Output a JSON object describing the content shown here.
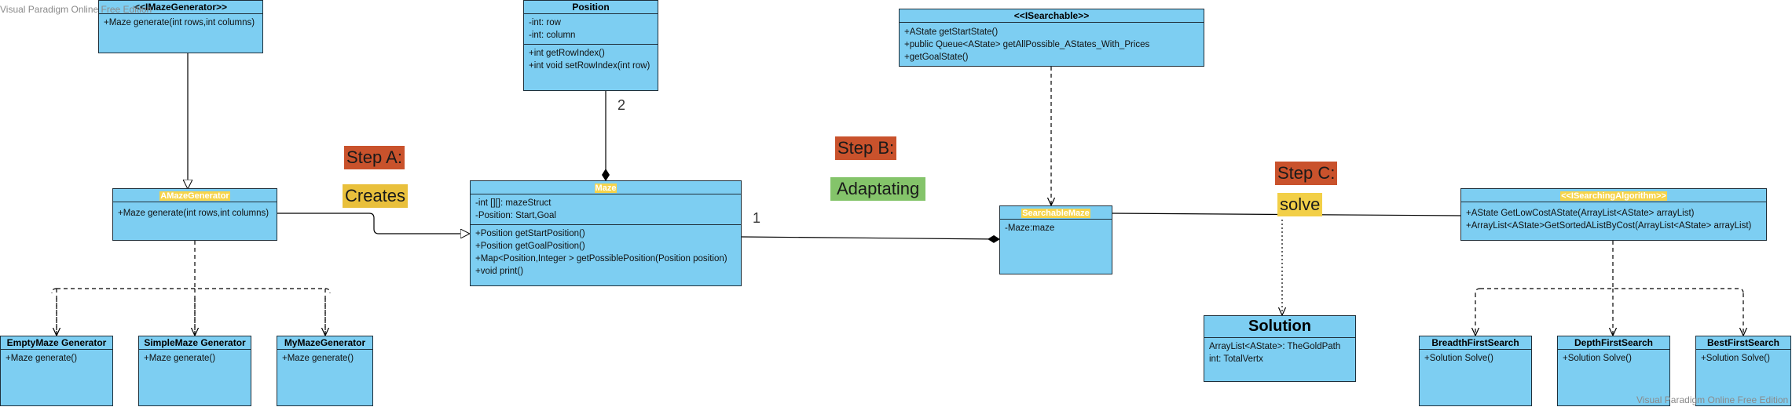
{
  "watermark": "Visual Paradigm Online Free Edition",
  "classes": {
    "imazegenerator": {
      "title": "<<IMazeGenerator>>",
      "ops": [
        "+Maze generate(int rows,int columns)"
      ]
    },
    "position": {
      "title": "Position",
      "attrs": [
        "-int: row",
        "-int: column"
      ],
      "ops": [
        "+int getRowIndex()",
        "+int void setRowIndex(int row)"
      ]
    },
    "isearchable": {
      "title": "<<ISearchable>>",
      "ops": [
        "+AState getStartState()",
        "+public Queue<AState> getAllPossible_AStates_With_Prices",
        "+getGoalState()"
      ]
    },
    "amazegenerator": {
      "title": "AMazeGenerator",
      "ops": [
        "+Maze generate(int rows,int columns)"
      ]
    },
    "maze": {
      "title": "Maze",
      "attrs": [
        "-int [][]: mazeStruct",
        "-Position: Start,Goal"
      ],
      "ops": [
        "+Position getStartPosition()",
        "+Position getGoalPosition()",
        "+Map<Position,Integer > getPossiblePosition(Position position)",
        "+void print()"
      ]
    },
    "searchablemaze": {
      "title": "SearchableMaze",
      "attrs": [
        "-Maze:maze"
      ]
    },
    "isearchingalgorithm": {
      "title": "<<ISearchingAlgorithm>>",
      "ops": [
        "+AState GetLowCostAState(ArrayList<AState> arrayList)",
        "+ArrayList<AState>GetSortedAListByCost(ArrayList<AState> arrayList)"
      ]
    },
    "emptymaze": {
      "title": "EmptyMaze Generator",
      "ops": [
        "+Maze generate()"
      ]
    },
    "simplemaze": {
      "title": "SimpleMaze Generator",
      "ops": [
        "+Maze generate()"
      ]
    },
    "mymaze": {
      "title": "MyMazeGenerator",
      "ops": [
        "+Maze generate()"
      ]
    },
    "solution": {
      "title": "Solution",
      "attrs": [
        "ArrayList<AState>: TheGoldPath",
        "int: TotalVertx"
      ]
    },
    "bfs": {
      "title": "BreadthFirstSearch",
      "ops": [
        "+Solution Solve()"
      ]
    },
    "dfs": {
      "title": "DepthFirstSearch",
      "ops": [
        "+Solution Solve()"
      ]
    },
    "best": {
      "title": "BestFirstSearch",
      "ops": [
        "+Solution Solve()"
      ]
    }
  },
  "labels": {
    "step_a": "Step A:",
    "creates": "Creates",
    "step_b": "Step B:",
    "adaptating": "Adaptating",
    "step_c": "Step C:",
    "solve": "solve"
  },
  "multiplicities": {
    "position_maze": "2",
    "maze_searchable": "1"
  },
  "colors": {
    "class_fill": "#7dcef2",
    "step_tag": "#c9522c",
    "creates_tag": "#e9c03c",
    "adaptating_tag": "#84c46a",
    "solve_tag": "#f2cf47",
    "title_highlight": "#f6d44b"
  }
}
